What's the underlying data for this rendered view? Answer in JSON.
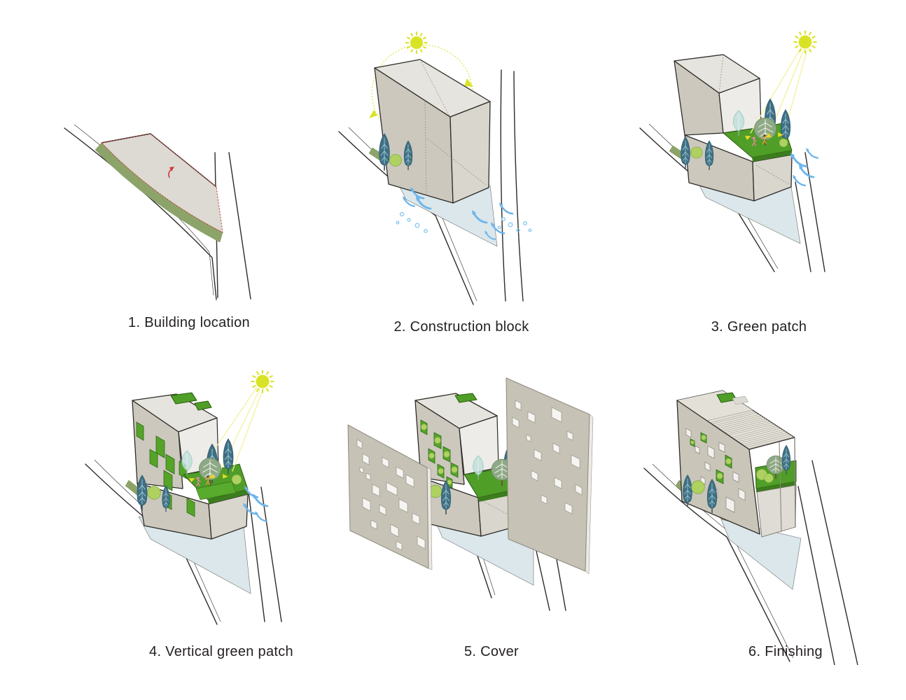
{
  "page": {
    "background": "#ffffff",
    "kind": "architectural process diagram",
    "grid": "2 rows x 3 columns"
  },
  "steps": [
    {
      "number": "1",
      "label": "1. Building location"
    },
    {
      "number": "2",
      "label": "2. Construction block"
    },
    {
      "number": "3",
      "label": "3. Green patch"
    },
    {
      "number": "4",
      "label": "4. Vertical green patch"
    },
    {
      "number": "5",
      "label": "5. Cover"
    },
    {
      "number": "6",
      "label": "6. Finishing"
    }
  ],
  "colors": {
    "text": "#231f20",
    "road_line": "#2e2c29",
    "parcel_fill": "#dcdad2",
    "parcel_outline": "#cf3b3b",
    "grass": "#8ca46a",
    "pavement": "#dbe7ea",
    "sun": "#d9e326",
    "sun_ray": "#f3f09b",
    "wind": "#6cb5ec",
    "green_roof": "#4f9e27",
    "green_roof_edge": "#3c7d1e",
    "facade_green": "#55a428",
    "block_top": "#e6e4de",
    "block_front": "#ccc8be",
    "block_side": "#d9d6cd",
    "block_white": "#edece8",
    "cover_panel": "#c6c2b6",
    "cypress": "#3e7085",
    "leafy_tree": "#8fa986",
    "bush": "#aed161",
    "pale_tree": "#bfe0da"
  },
  "icons": {
    "sun-icon": "circle with radiating rays",
    "sun-path-icon": "dashed ellipse with arrowheads",
    "north-arrow-icon": "curved red outline arrow",
    "wind-arrow-icon": "curved blue swoosh arrow",
    "water-drop-icon": "small outlined circles",
    "cypress-tree-icon": "teal teardrop tree",
    "leafy-tree-icon": "sage round leaf-vein tree",
    "bush-icon": "lime circle shrub",
    "pale-tree-icon": "translucent teal tree",
    "person-icon": "tiny stick figure on lawn",
    "marker-cone-icon": "yellow triangle marker",
    "pergola-icon": "parallel roof slats"
  }
}
